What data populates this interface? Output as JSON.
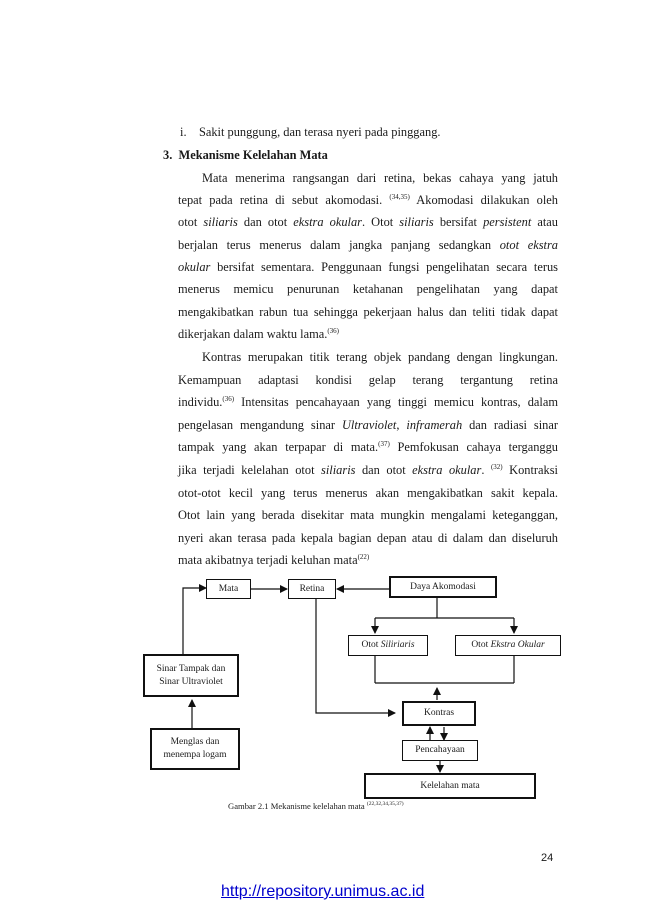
{
  "list_item_i": {
    "marker": "i.",
    "text": "Sakit punggung, dan terasa nyeri pada pinggang."
  },
  "section_heading": {
    "number": "3.",
    "title": "Mekanisme Kelelahan Mata"
  },
  "p1": {
    "l1": "Mata menerima rangsangan dari retina, bekas cahaya yang jatuh",
    "l2a": "tepat pada retina di sebut akomodasi. ",
    "l2ref": "(34,35)",
    "l2b": " Akomodasi dilakukan oleh",
    "l3a": "otot ",
    "l3i1": "siliaris",
    "l3b": " dan otot ",
    "l3i2": "ekstra okular",
    "l3c": ". Otot ",
    "l3i3": "siliaris",
    "l3d": " bersifat ",
    "l3i4": "persistent",
    "l3e": " atau",
    "l4a": "berjalan terus menerus dalam jangka panjang sedangkan ",
    "l4i": "otot ekstra",
    "l5i": "okular",
    "l5b": " bersifat sementara. Penggunaan fungsi pengelihatan secara terus",
    "l6": "menerus memicu penurunan ketahanan pengelihatan yang dapat",
    "l7": "mengakibatkan rabun tua sehingga pekerjaan halus dan teliti tidak dapat",
    "l8": "dikerjakan dalam waktu lama.",
    "l8ref": "(36)"
  },
  "p2": {
    "l1": "Kontras merupakan titik terang objek pandang dengan lingkungan.",
    "l2": "Kemampuan adaptasi kondisi gelap terang tergantung retina",
    "l3a": "individu.",
    "l3ref": "(36)",
    "l3b": " Intensitas pencahayaan yang tinggi memicu kontras, dalam",
    "l4a": "pengelasan mengandung sinar ",
    "l4i1": "Ultraviolet",
    "l4b": ", ",
    "l4i2": "inframerah",
    "l4c": " dan radiasi sinar",
    "l5a": "tampak yang akan terpapar di mata.",
    "l5ref": "(37)",
    "l5b": "  Pemfokusan cahaya terganggu",
    "l6a": "jika terjadi kelelahan otot ",
    "l6i1": "siliaris",
    "l6b": " dan otot ",
    "l6i2": "ekstra okular",
    "l6c": ". ",
    "l6ref": "(32)",
    "l6d": " Kontraksi",
    "l7": "otot-otot kecil yang terus menerus akan mengakibatkan sakit kepala.",
    "l8": "Otot lain yang berada disekitar mata mungkin mengalami keteganggan,",
    "l9": "nyeri akan terasa pada kepala bagian depan atau di dalam dan diseluruh",
    "l10": "mata akibatnya terjadi keluhan mata",
    "l10ref": "(22)"
  },
  "diagram": {
    "mata": "Mata",
    "retina": "Retina",
    "daya": "Daya Akomodasi",
    "siliaris_a": "Otot ",
    "siliaris_b": "Siliriaris",
    "ekstra_a": "Otot ",
    "ekstra_b": "Ekstra Okular",
    "sinar_l1": "Sinar Tampak dan",
    "sinar_l2": "Sinar Ultraviolet",
    "menglas_l1": "Menglas dan",
    "menglas_l2": "menempa logam",
    "kontras": "Kontras",
    "pencahayaan": "Pencahayaan",
    "kelelahan": "Kelelahan mata"
  },
  "caption": {
    "text": "Gambar 2.1 Mekanisme kelelahan mata ",
    "ref": "(22,32,34,35,37)"
  },
  "page_number": "24",
  "repository_link": "http://repository.unimus.ac.id"
}
